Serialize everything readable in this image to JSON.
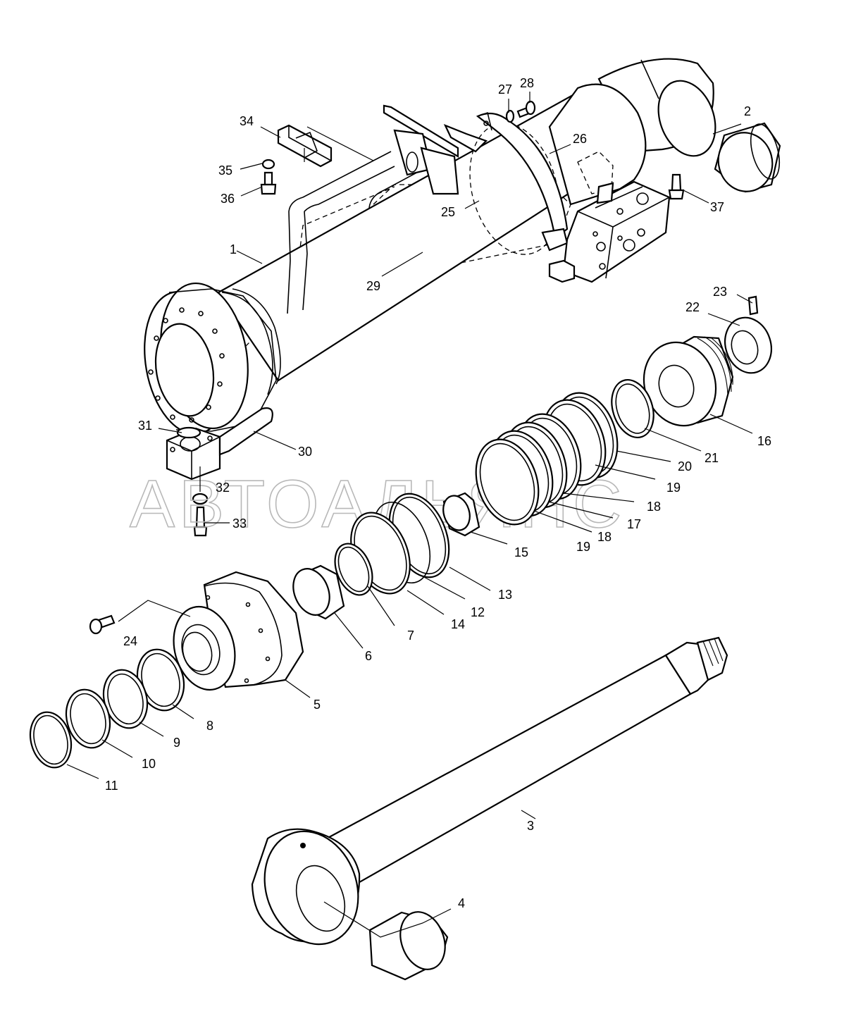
{
  "watermark": "АВТОАЛЬЯНС",
  "callouts": [
    {
      "id": "c1",
      "text": "1"
    },
    {
      "id": "c2",
      "text": "2"
    },
    {
      "id": "c3",
      "text": "3"
    },
    {
      "id": "c4",
      "text": "4"
    },
    {
      "id": "c5",
      "text": "5"
    },
    {
      "id": "c6",
      "text": "6"
    },
    {
      "id": "c7",
      "text": "7"
    },
    {
      "id": "c8",
      "text": "8"
    },
    {
      "id": "c9",
      "text": "9"
    },
    {
      "id": "c10",
      "text": "10"
    },
    {
      "id": "c11",
      "text": "11"
    },
    {
      "id": "c12",
      "text": "12"
    },
    {
      "id": "c13",
      "text": "13"
    },
    {
      "id": "c14",
      "text": "14"
    },
    {
      "id": "c15",
      "text": "15"
    },
    {
      "id": "c16",
      "text": "16"
    },
    {
      "id": "c17",
      "text": "17"
    },
    {
      "id": "c18a",
      "text": "18"
    },
    {
      "id": "c18b",
      "text": "18"
    },
    {
      "id": "c19a",
      "text": "19"
    },
    {
      "id": "c19b",
      "text": "19"
    },
    {
      "id": "c20",
      "text": "20"
    },
    {
      "id": "c21",
      "text": "21"
    },
    {
      "id": "c22",
      "text": "22"
    },
    {
      "id": "c23",
      "text": "23"
    },
    {
      "id": "c24",
      "text": "24"
    },
    {
      "id": "c25",
      "text": "25"
    },
    {
      "id": "c26",
      "text": "26"
    },
    {
      "id": "c27",
      "text": "27"
    },
    {
      "id": "c28",
      "text": "28"
    },
    {
      "id": "c29",
      "text": "29"
    },
    {
      "id": "c30",
      "text": "30"
    },
    {
      "id": "c31",
      "text": "31"
    },
    {
      "id": "c32",
      "text": "32"
    },
    {
      "id": "c33",
      "text": "33"
    },
    {
      "id": "c34",
      "text": "34"
    },
    {
      "id": "c35",
      "text": "35"
    },
    {
      "id": "c36",
      "text": "36"
    },
    {
      "id": "c37",
      "text": "37"
    }
  ]
}
